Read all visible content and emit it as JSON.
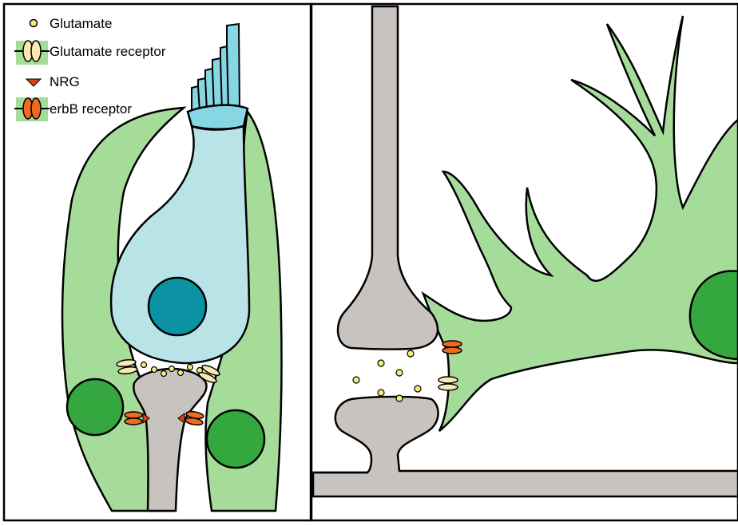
{
  "legend": {
    "items": [
      {
        "icon": "glutamate-dot-icon",
        "label": "Glutamate"
      },
      {
        "icon": "glutamate-receptor-icon",
        "label": "Glutamate receptor"
      },
      {
        "icon": "nrg-triangle-icon",
        "label": "NRG"
      },
      {
        "icon": "erbb-receptor-icon",
        "label": "erbB receptor"
      }
    ]
  },
  "colors": {
    "glia_green": "#a6dc9a",
    "nucleus_green": "#34a83f",
    "hair_cell_blue": "#b8e4e8",
    "stereocilia_blue": "#86d6e3",
    "hair_nucleus": "#0b93a4",
    "neuron_gray": "#c9c3c0",
    "glutamate_yellow": "#f5ec7a",
    "glut_receptor": "#f7eab0",
    "erbb_orange": "#ef6a1f",
    "nrg_red": "#d9411e"
  }
}
